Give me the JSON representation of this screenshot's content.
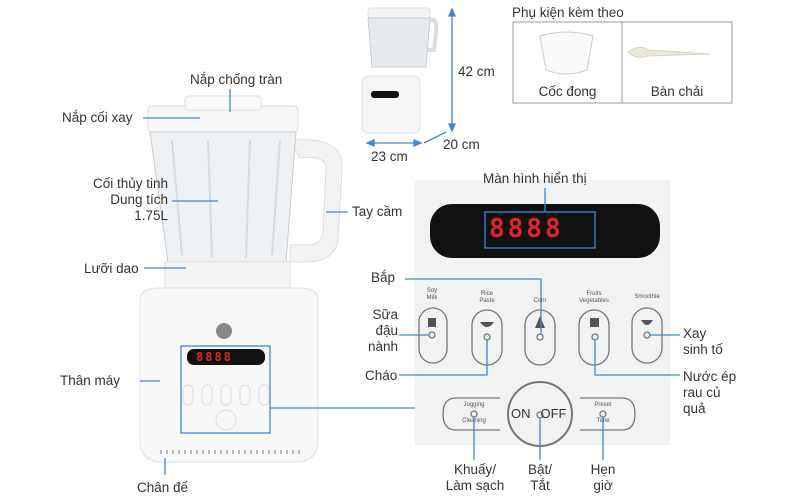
{
  "labels": {
    "anti_overflow_lid": "Nắp chống tràn",
    "blender_lid": "Nắp cối xay",
    "jar_line1": "Cối thủy tinh",
    "jar_line2": "Dung tích",
    "jar_line3": "1.75L",
    "blade": "Lưỡi dao",
    "body": "Thân máy",
    "base": "Chân đế",
    "handle": "Tay cầm",
    "display": "Màn hình hiển thị",
    "corn": "Bắp",
    "soy_milk": [
      "Sữa",
      "đậu",
      "nành"
    ],
    "porridge": "Cháo",
    "smoothie": [
      "Xay",
      "sinh tố"
    ],
    "juice": [
      "Nước ép",
      "rau củ",
      "quả"
    ],
    "stir_clean": [
      "Khuấy/",
      "Làm sạch"
    ],
    "on_off": [
      "Bật/",
      "Tắt"
    ],
    "timer": [
      "Hẹn",
      "giờ"
    ]
  },
  "dimensions": {
    "height": "42 cm",
    "width": "23 cm",
    "depth": "20 cm"
  },
  "accessories": {
    "title": "Phụ kiện kèm theo",
    "items": [
      "Cốc đong",
      "Bàn chải"
    ]
  },
  "panel": {
    "display_value": "8888",
    "buttons": [
      {
        "label": [
          "Soy",
          "Milk"
        ]
      },
      {
        "label": [
          "Rice",
          "Paste"
        ]
      },
      {
        "label": [
          "Corn"
        ]
      },
      {
        "label": [
          "Fruits",
          "Vegetables"
        ]
      },
      {
        "label": [
          "Smoothie"
        ]
      }
    ],
    "jogging": [
      "Jogging",
      "Cleaning"
    ],
    "power": [
      "ON",
      "OFF"
    ],
    "preset": [
      "Preset",
      "Time"
    ]
  },
  "colors": {
    "line": "#3f86d6",
    "segment": "#e0262b",
    "display_bg": "#111111"
  }
}
